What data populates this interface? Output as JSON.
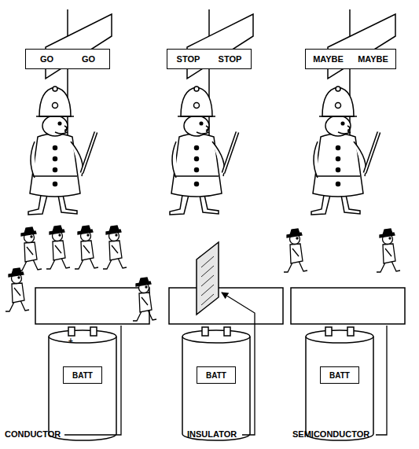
{
  "diagram": {
    "nodes": [
      {
        "text": [
          "GO",
          "GO"
        ]
      },
      {
        "text": [
          "STOP",
          "STOP"
        ]
      },
      {
        "text": [
          "MAYBE",
          "MAYBE"
        ]
      },
      {
        "text": [
          "BATT"
        ]
      },
      {
        "text": [
          "BATT"
        ]
      },
      {
        "text": [
          "BATT"
        ]
      }
    ],
    "labels": [
      "+",
      "CONDUCTOR",
      "INSULATOR",
      "SEMICONDUCTOR"
    ]
  }
}
